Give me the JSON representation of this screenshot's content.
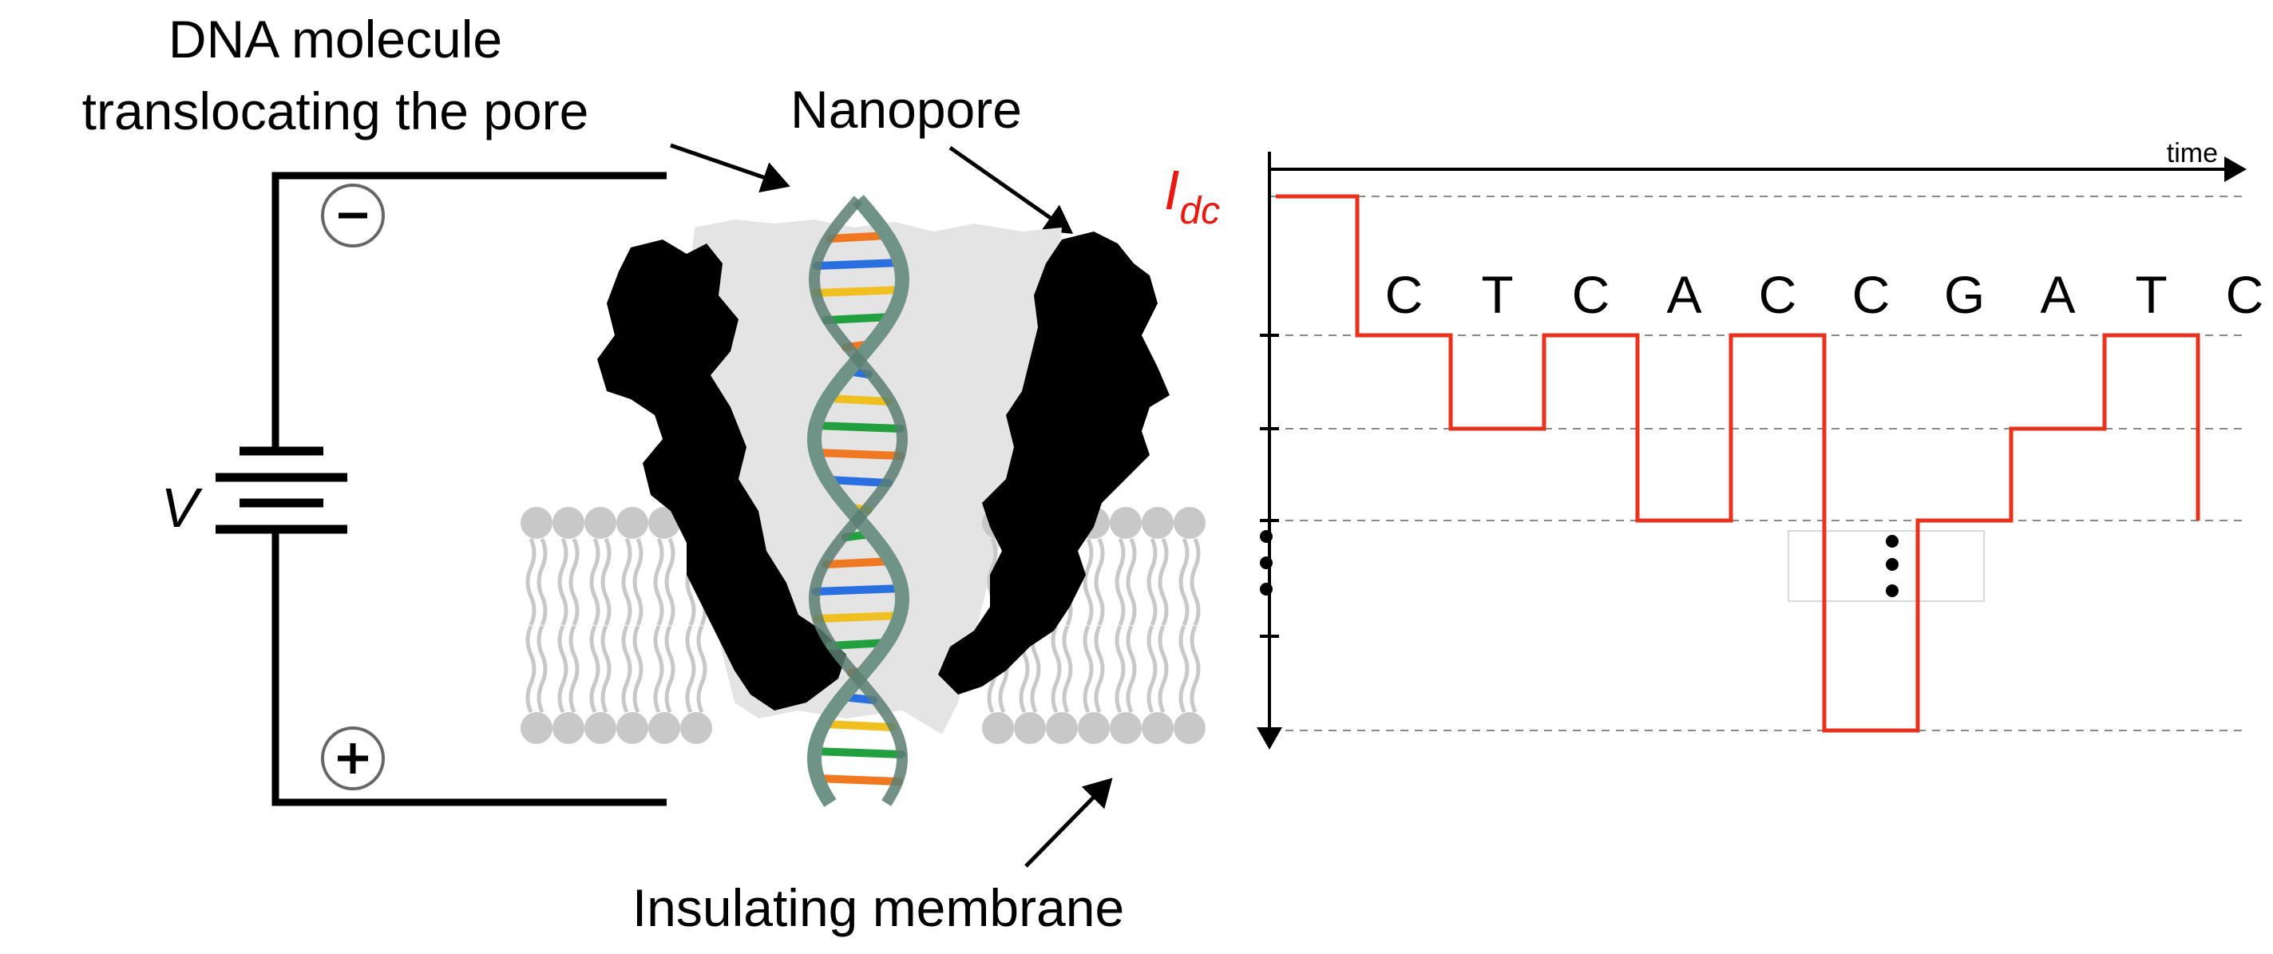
{
  "labels": {
    "dna_line1": "DNA molecule",
    "dna_line2": "translocating the pore",
    "nanopore": "Nanopore",
    "membrane": "Insulating membrane",
    "voltage": "V",
    "minus": "−",
    "plus": "+"
  },
  "plot": {
    "time_label": "time",
    "current_label": "I",
    "current_subscript": "dc",
    "ellipsis": "⋮"
  },
  "chart_data": {
    "type": "line",
    "description_shape": "step",
    "xlabel": "time",
    "ylabel": "Idc",
    "bases": [
      "C",
      "T",
      "C",
      "A",
      "C",
      "C",
      "G",
      "A",
      "T",
      "C"
    ],
    "levels": [
      2,
      3,
      2,
      4,
      2,
      6,
      4,
      3,
      2
    ]
  },
  "colors": {
    "trace": "#e8321e",
    "label_red": "#e8190f",
    "protein": "#000000",
    "pore_bg": "#e4e4e4",
    "lipid": "#c8c8c8",
    "helix": "#6f9487",
    "gridline": "#8a8a8a"
  }
}
